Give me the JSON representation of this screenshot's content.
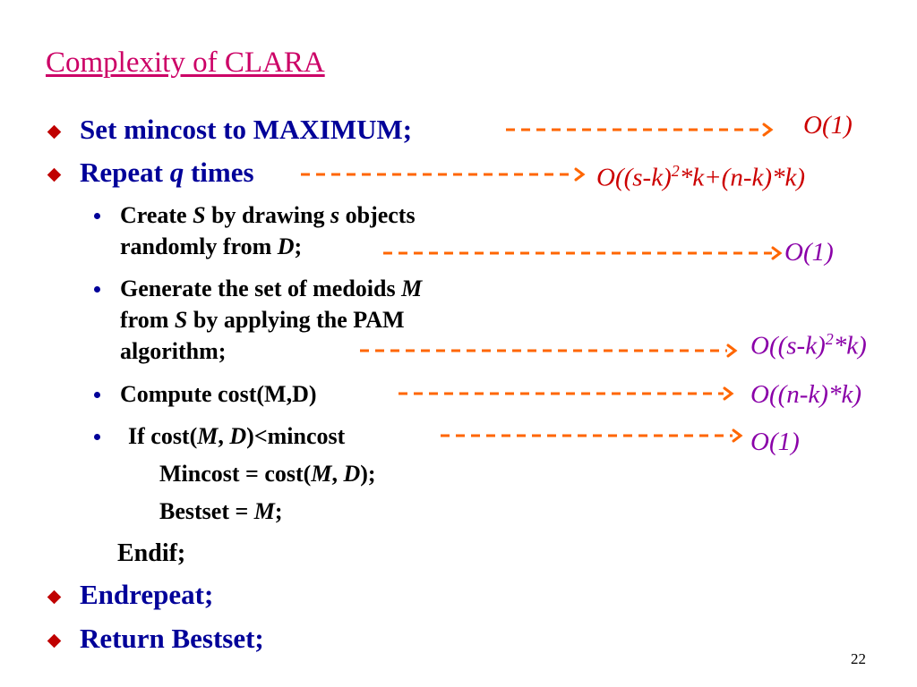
{
  "title": "Complexity of CLARA",
  "steps": {
    "set_mincost": "Set mincost to MAXIMUM;",
    "repeat_pre": "Repeat ",
    "repeat_q": "q",
    "repeat_post": " times",
    "create_1": "Create ",
    "create_S": "S",
    "create_2": " by drawing ",
    "create_s": "s",
    "create_3": " objects",
    "create_4": "randomly from ",
    "create_D": "D",
    "create_5": ";",
    "gen_1": "Generate the set of medoids ",
    "gen_M": "M",
    "gen_2": "from ",
    "gen_S": "S",
    "gen_3": " by applying the PAM",
    "gen_4": "algorithm;",
    "compute": "Compute cost(M,D)",
    "if_1": "If cost(",
    "if_M": "M",
    "if_2": ", ",
    "if_D": "D",
    "if_3": ")<mincost",
    "mincost_1": "Mincost = cost(",
    "mincost_M": "M",
    "mincost_2": ", ",
    "mincost_D": "D",
    "mincost_3": ");",
    "bestset_1": "Bestset = ",
    "bestset_M": "M",
    "bestset_2": ";",
    "endif": "Endif;",
    "endrepeat": "Endrepeat;",
    "return": "Return Bestset;"
  },
  "complexities": {
    "set_mincost": "O(1)",
    "repeat_pre": "O((s-k)",
    "repeat_sup": "2",
    "repeat_post": "*k+(n-k)*k)",
    "create": "O(1)",
    "gen_pre": "O((s-k)",
    "gen_sup": "2",
    "gen_post": "*k)",
    "compute": "O((n-k)*k)",
    "if": "O(1)"
  },
  "colors": {
    "title": "#cc0066",
    "bullet_text": "#000099",
    "arrow": "#ff6600",
    "complexity_red": "#cc0000",
    "complexity_purple": "#8a00a8"
  },
  "page_number": "22"
}
